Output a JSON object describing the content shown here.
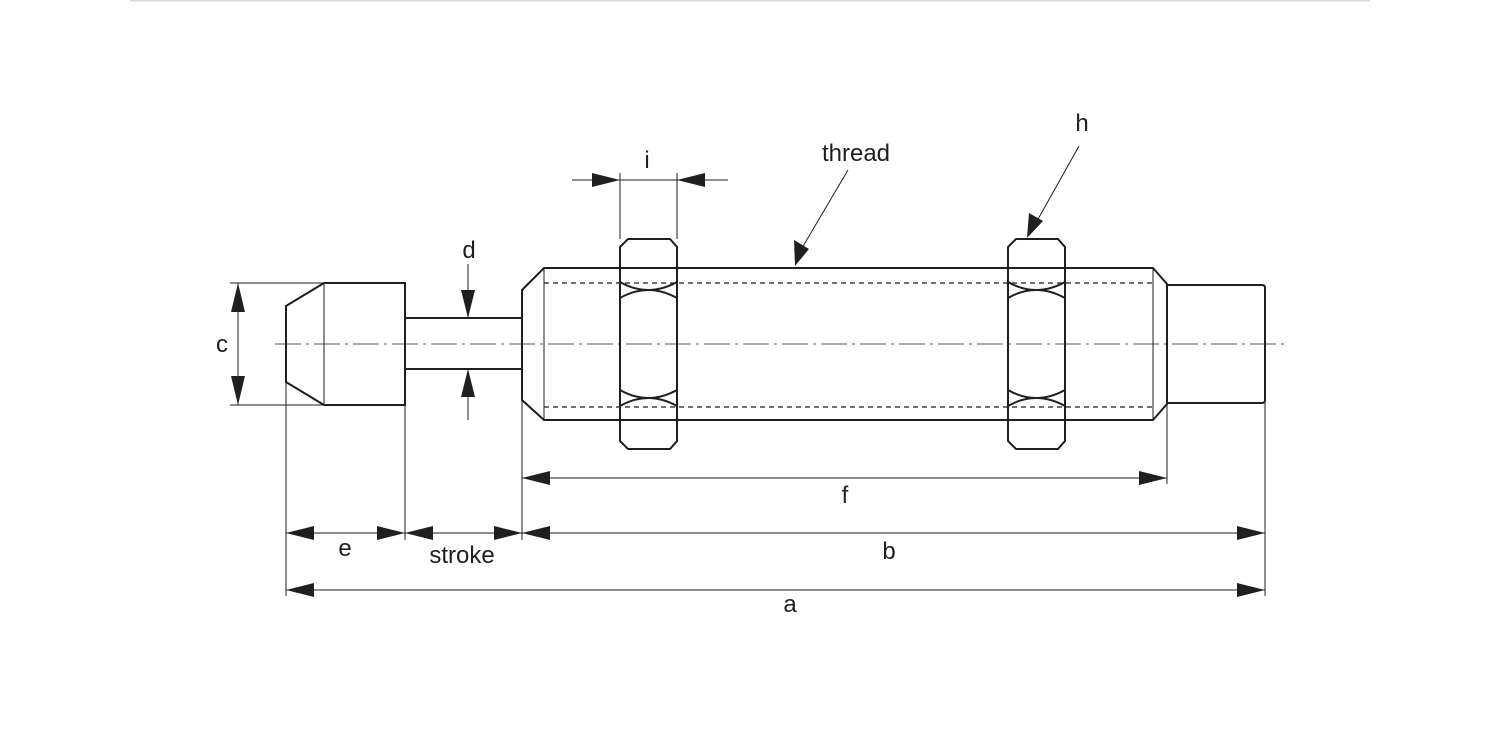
{
  "colors": {
    "line": "#1f1f1f",
    "background": "#ffffff",
    "centerline": "#555555"
  },
  "labels": {
    "a": "a",
    "b": "b",
    "c": "c",
    "d": "d",
    "e": "e",
    "f": "f",
    "h": "h",
    "i": "i",
    "stroke": "stroke",
    "thread": "thread"
  }
}
